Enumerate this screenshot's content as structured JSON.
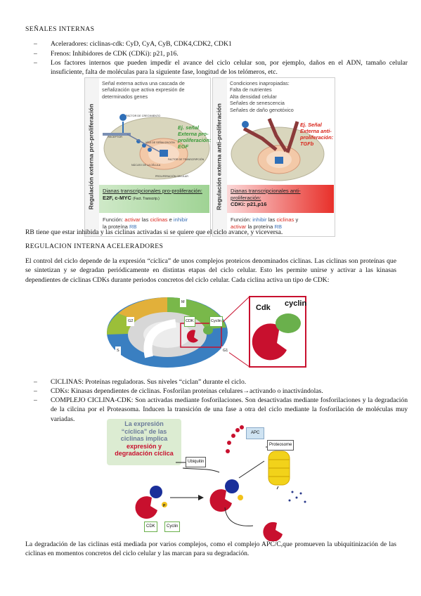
{
  "section1": {
    "heading": "SEÑALES INTERNAS",
    "bullets": [
      "Aceleradores: ciclinas-cdk: CyD, CyA, CyB, CDK4,CDK2, CDK1",
      "Frenos: Inhibidores de CDK (CDKi): p21, p16.",
      "Los factores internos que pueden impedir el avance del ciclo celular son, por ejemplo, daños en el ADN, tamaño celular insuficiente, falta de moléculas para la siguiente fase, longitud de los telómeros, etc."
    ]
  },
  "figure1": {
    "left": {
      "side_label": "Regulación externa pro-proliferación",
      "top_text": "Señal externa activa una cascada de señalización que activa expresión de determinados genes",
      "signal_label": "Ej. señal Externa pro-proliferación: EGF",
      "growth_factor": "FACTOR DE CRECIMIENTO",
      "receptor": "RECEPTOR",
      "small_labels": [
        "VÍAS DE SEÑALIZACIÓN",
        "FACTOR DE TRANSCRIPCIÓN",
        "NÚCLEO DE LA CÉLULA",
        "PROLIFERACIÓN CELULAR"
      ],
      "dianas": "Dianas transcripcionales pro-proliferación:",
      "dianas_value": "E2F, c-MYC",
      "dianas_note": "(Fact. Transcrip.)",
      "funcion_pre": "Función: ",
      "funcion_activar": "activar",
      "funcion_mid": " las ",
      "funcion_ciclinas": "ciclinas",
      "funcion_e": " e ",
      "funcion_inhibir": "inhibir",
      "funcion_line2": "la proteína ",
      "funcion_rb": "RB"
    },
    "right": {
      "side_label": "Regulación externa anti-proliferación",
      "top_title": "Condiciones inapropiadas:",
      "conditions": [
        "Falta de nutrientes",
        "Alta densidad celular",
        "Señales de senescencia",
        "Señales de daño genotóxico"
      ],
      "signal_label": "Ej. Señal Externa anti-proliferación: TGFb",
      "dianas": "Dianas transcripcionales anti-proliferación:",
      "dianas_value": "CDKi: p21,p16",
      "funcion_pre": "Función: ",
      "funcion_inhibir": "inhibir",
      "funcion_mid": " las ",
      "funcion_ciclinas": "ciclinas",
      "funcion_y": " y",
      "funcion_activar": "activar",
      "funcion_line2": " la proteína ",
      "funcion_rb": "RB"
    },
    "colors": {
      "green": "#3a9a3a",
      "red": "#d9261c",
      "blue": "#3a6fb5"
    }
  },
  "sentence_rb": "RB tiene que estar inhibida y las ciclinas activadas si se quiere que el ciclo avance, y viceversa.",
  "section2": {
    "heading": "REGULACION INTERNA ACELERADORES",
    "paragraph": "El control del ciclo depende de la expresión “cíclica” de unos complejos proteicos denominados ciclinas. Las ciclinas son proteínas que se sintetizan y se degradan periódicamente en distintas etapas del ciclo celular. Esto les permite unirse y activar a las kinasas dependientes de ciclinas CDKs durante periodos concretos del ciclo celular. Cada ciclina activa un tipo de CDK:"
  },
  "figure2": {
    "phases": [
      "M",
      "G2",
      "S",
      "G1"
    ],
    "cdk_small": "CDK",
    "cyclin_small": "Cyclin",
    "cdk_big": "Cdk",
    "cyclin_big": "cyclin",
    "colors": {
      "cdk": "#c8102e",
      "cyclin": "#6ab04c"
    }
  },
  "section3": {
    "bullets": [
      "CICLINAS: Proteínas reguladoras. Sus niveles “ciclan” durante el ciclo.",
      "CDKs: Kinasas dependientes de ciclinas. Fosforilan proteínas celulares→activando o inactivándolas.",
      "COMPLEJO CICLINA-CDK: Son activadas mediante fosforilaciones. Son desactivadas mediante fosforilaciones y la degradación de la cilcina por el Proteasoma. Inducen la transición de una fase a otra del ciclo mediante la fosforilación de moléculas muy variadas."
    ]
  },
  "figure3": {
    "title_lines": [
      "La expresión",
      "“cíclica” de las",
      "ciclinas implica"
    ],
    "title_red_lines": [
      "expresión y",
      "degradación cíclica"
    ],
    "apc": "APC",
    "proteosome": "Proteosome",
    "ubiquitin": "Ubiquitin",
    "cdk": "CDK",
    "cyclin": "Cyclin",
    "p": "P"
  },
  "final_paragraph": "La degradación de las ciclinas está mediada por varios complejos, como el complejo APC/C,que promueven la ubiquitinización de las ciclinas en momentos concretos del ciclo celular y las marcan para su degradación."
}
